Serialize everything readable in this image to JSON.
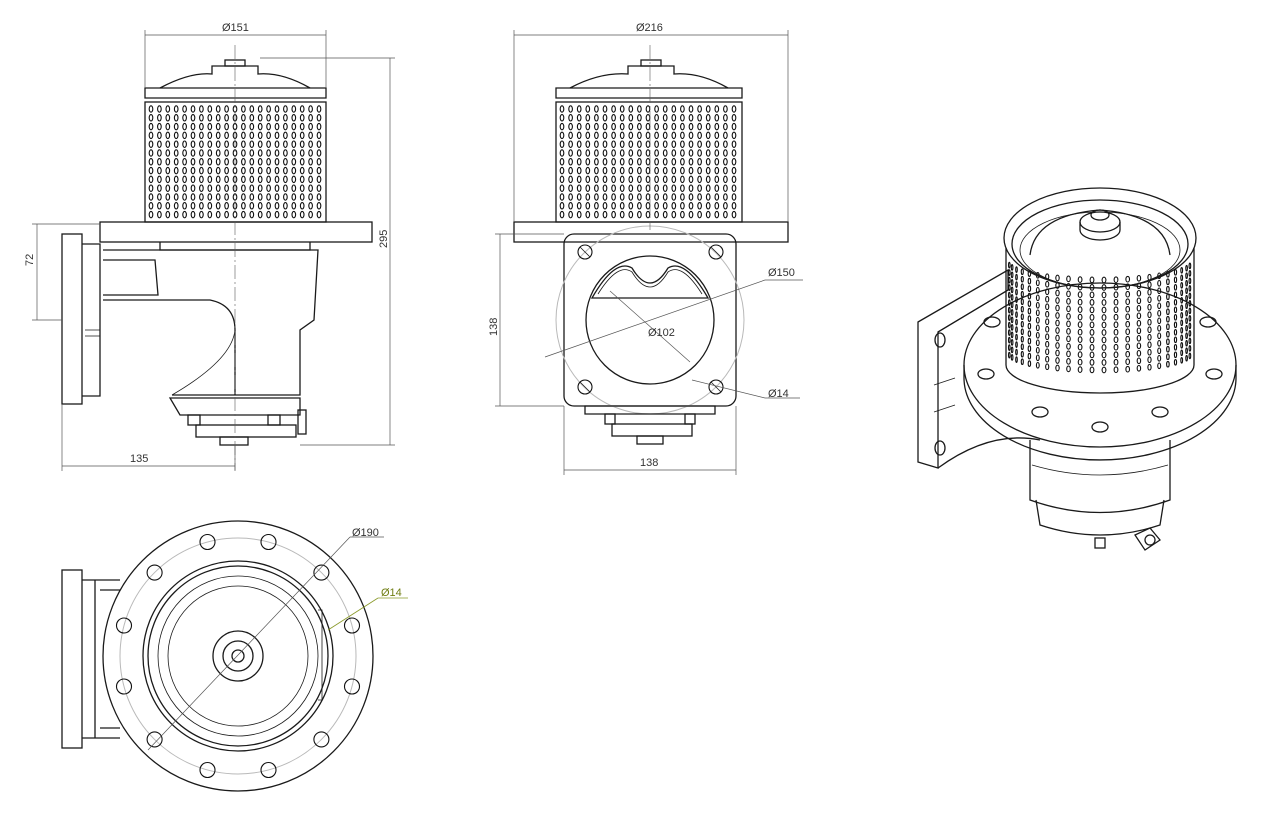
{
  "dimensions": {
    "front_diameter_top": "Ø151",
    "front_height_total": "295",
    "front_mount_height": "72",
    "front_depth": "135",
    "side_diameter_top": "Ø216",
    "side_flange_height": "138",
    "side_flange_width": "138",
    "side_bolt_circle": "Ø150",
    "side_bore": "Ø102",
    "side_hole": "Ø14",
    "bottom_bolt_circle": "Ø190",
    "bottom_hole": "Ø14"
  },
  "colors": {
    "line": "#1a1a1a",
    "dimension": "#555555",
    "construction": "#b9b9b9",
    "highlight": "#8a9a2a"
  }
}
